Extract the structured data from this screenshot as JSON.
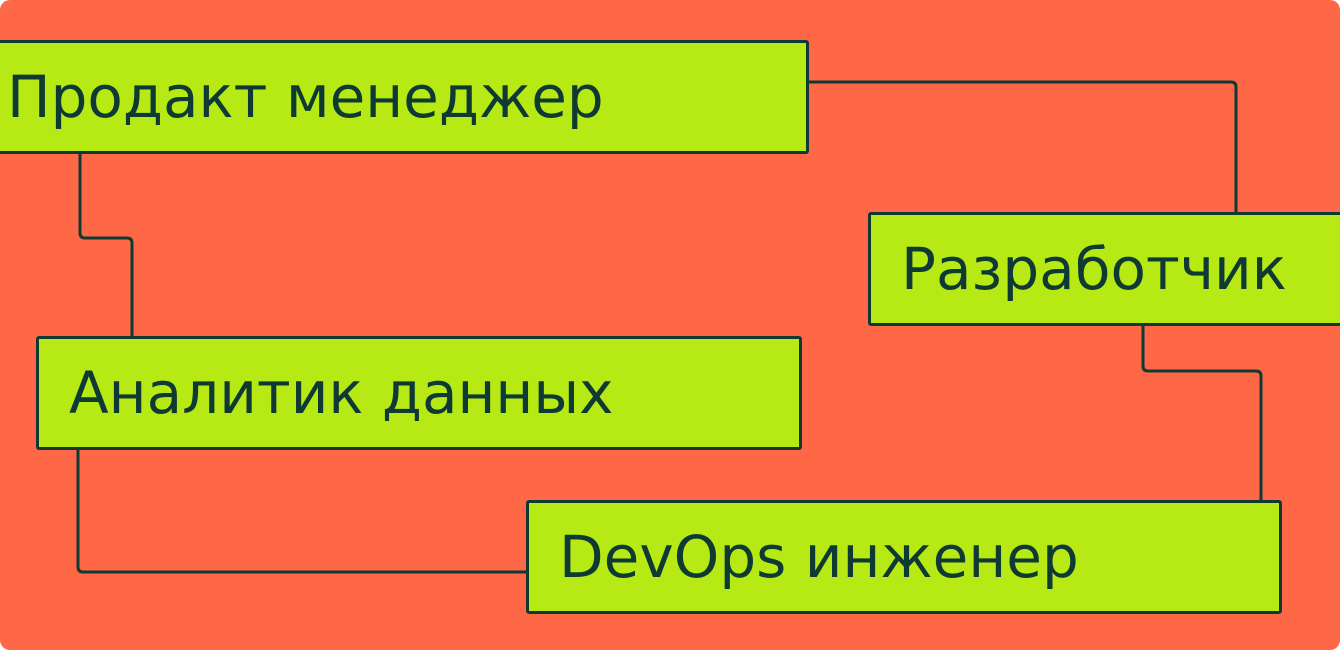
{
  "colors": {
    "background": "#FF6847",
    "box_fill": "#B7EA15",
    "line": "#0F3A33"
  },
  "nodes": {
    "product_manager": "Продакт менеджер",
    "developer": "Разработчик",
    "data_analyst": "Аналитик данных",
    "devops_engineer": "DevOps инженер"
  },
  "connections": [
    [
      "product_manager",
      "developer"
    ],
    [
      "product_manager",
      "data_analyst"
    ],
    [
      "developer",
      "devops_engineer"
    ],
    [
      "data_analyst",
      "devops_engineer"
    ]
  ]
}
